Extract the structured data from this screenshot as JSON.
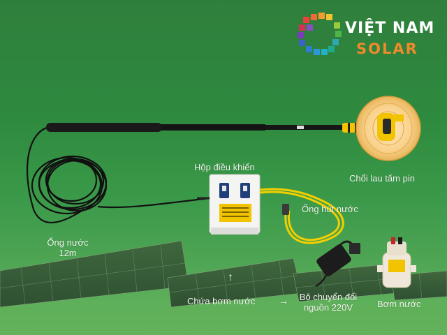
{
  "brand": {
    "name_line1": "VIỆT NAM",
    "name_line2": "SOLAR",
    "logo_icon": "solar-globe-logo-icon",
    "colors": {
      "white": "#ffffff",
      "orange": "#f08a2a",
      "background_green": "#2e8a3e"
    }
  },
  "labels": {
    "control_box": "Hộp điều khiển",
    "brush": "Chổi lau tấm pin",
    "suction_hose": "Ống hút nước",
    "water_hose_line1": "Ống nước",
    "water_hose_line2": "12m",
    "water_tank": "Chứa bơm nước",
    "adapter_line1": "Bộ chuyển đổi",
    "adapter_line2": "nguồn 220V",
    "pump": "Bơm nước"
  },
  "arrows": {
    "up": "↑",
    "right": "→"
  }
}
